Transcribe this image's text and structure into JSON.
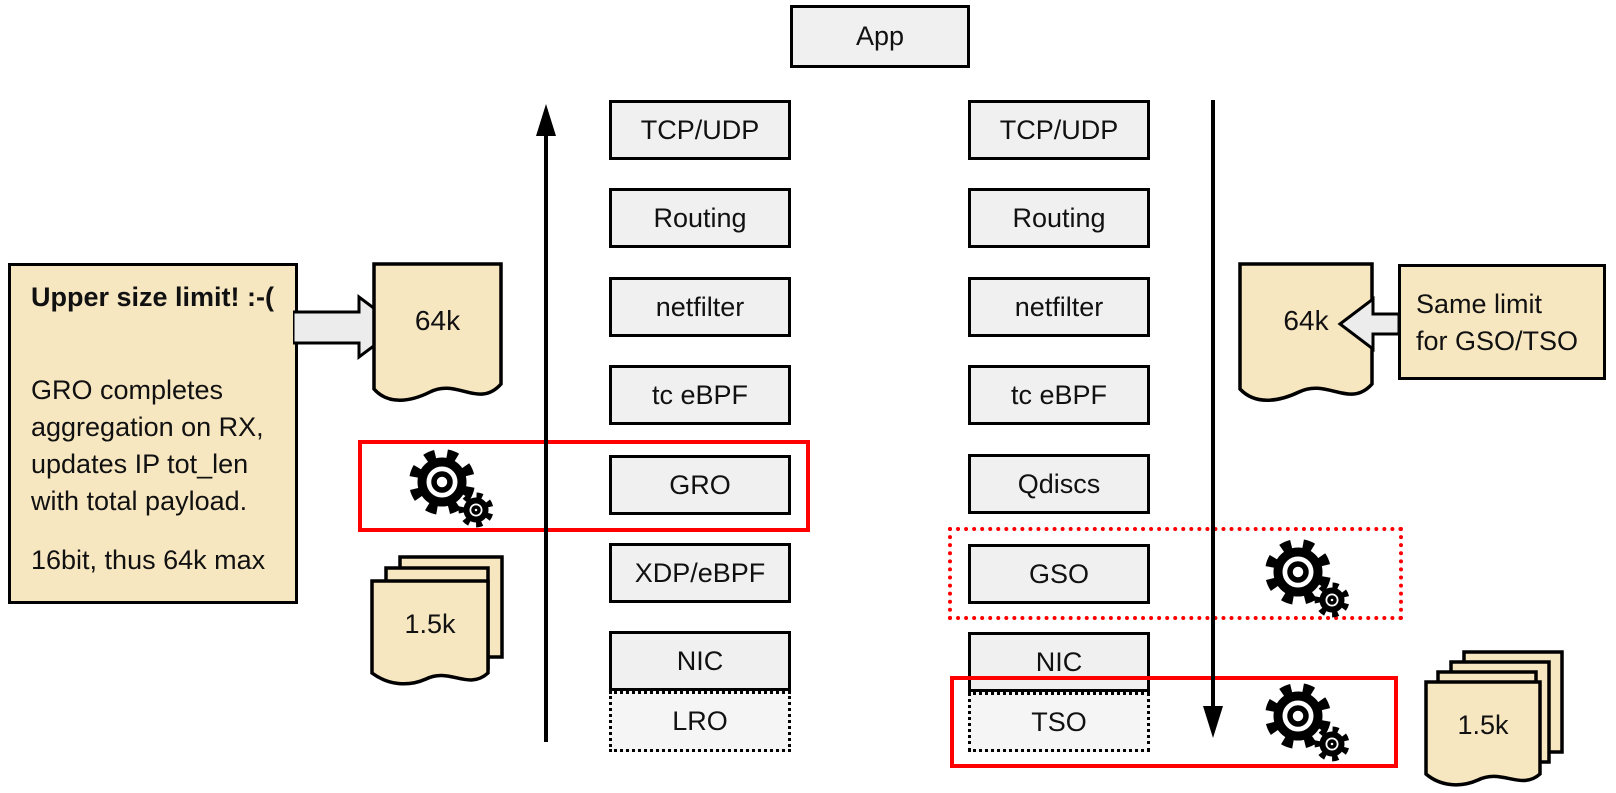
{
  "app_label": "App",
  "rx_stack": {
    "items": [
      "TCP/UDP",
      "Routing",
      "netfilter",
      "tc eBPF",
      "GRO",
      "XDP/eBPF",
      "NIC",
      "LRO"
    ]
  },
  "tx_stack": {
    "items": [
      "TCP/UDP",
      "Routing",
      "netfilter",
      "tc eBPF",
      "Qdiscs",
      "GSO",
      "NIC",
      "TSO"
    ]
  },
  "left_note": {
    "title": "Upper size limit! :-(",
    "body_lines": [
      "GRO completes",
      "aggregation on RX,",
      "updates IP tot_len",
      "with total payload."
    ],
    "footer": "16bit, thus 64k max"
  },
  "right_note": {
    "line1": "Same limit",
    "line2": "for GSO/TSO"
  },
  "packets": {
    "rx_aggregated": "64k",
    "rx_wire": "1.5k",
    "tx_aggregated": "64k",
    "tx_wire": "1.5k"
  },
  "icons": {
    "gears": "gears-icon",
    "document": "document-page-icon",
    "stacked_documents": "stacked-pages-icon",
    "arrow_up": "rx-direction-arrow",
    "arrow_down": "tx-direction-arrow",
    "block_arrow": "block-arrow-icon"
  },
  "colors": {
    "highlight_red": "#fe0000",
    "packet_yellow": "#f7e7c1",
    "box_fill_gray": "#f0f0f0",
    "dotted_box_fill": "#f5f5f5",
    "arrow_fill_gray": "#ececec",
    "line_black": "#000000"
  }
}
